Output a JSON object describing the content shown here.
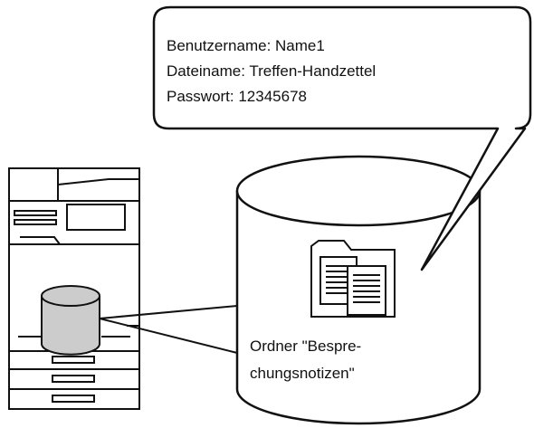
{
  "callout": {
    "line1": "Benutzername: Name1",
    "line2": "Dateiname: Treffen-Handzettel",
    "line3": "Passwort: 12345678"
  },
  "folder": {
    "label_line1": "Ordner \"Bespre-",
    "label_line2": "chungsnotizen\""
  },
  "colors": {
    "stroke": "#111111",
    "background": "#ffffff",
    "small_cylinder_fill": "#cccccc",
    "machine_fill": "#ffffff"
  },
  "icons": {
    "folder": "folder-with-documents-icon",
    "machine": "multifunction-printer-icon",
    "storage": "storage-cylinder-icon"
  }
}
